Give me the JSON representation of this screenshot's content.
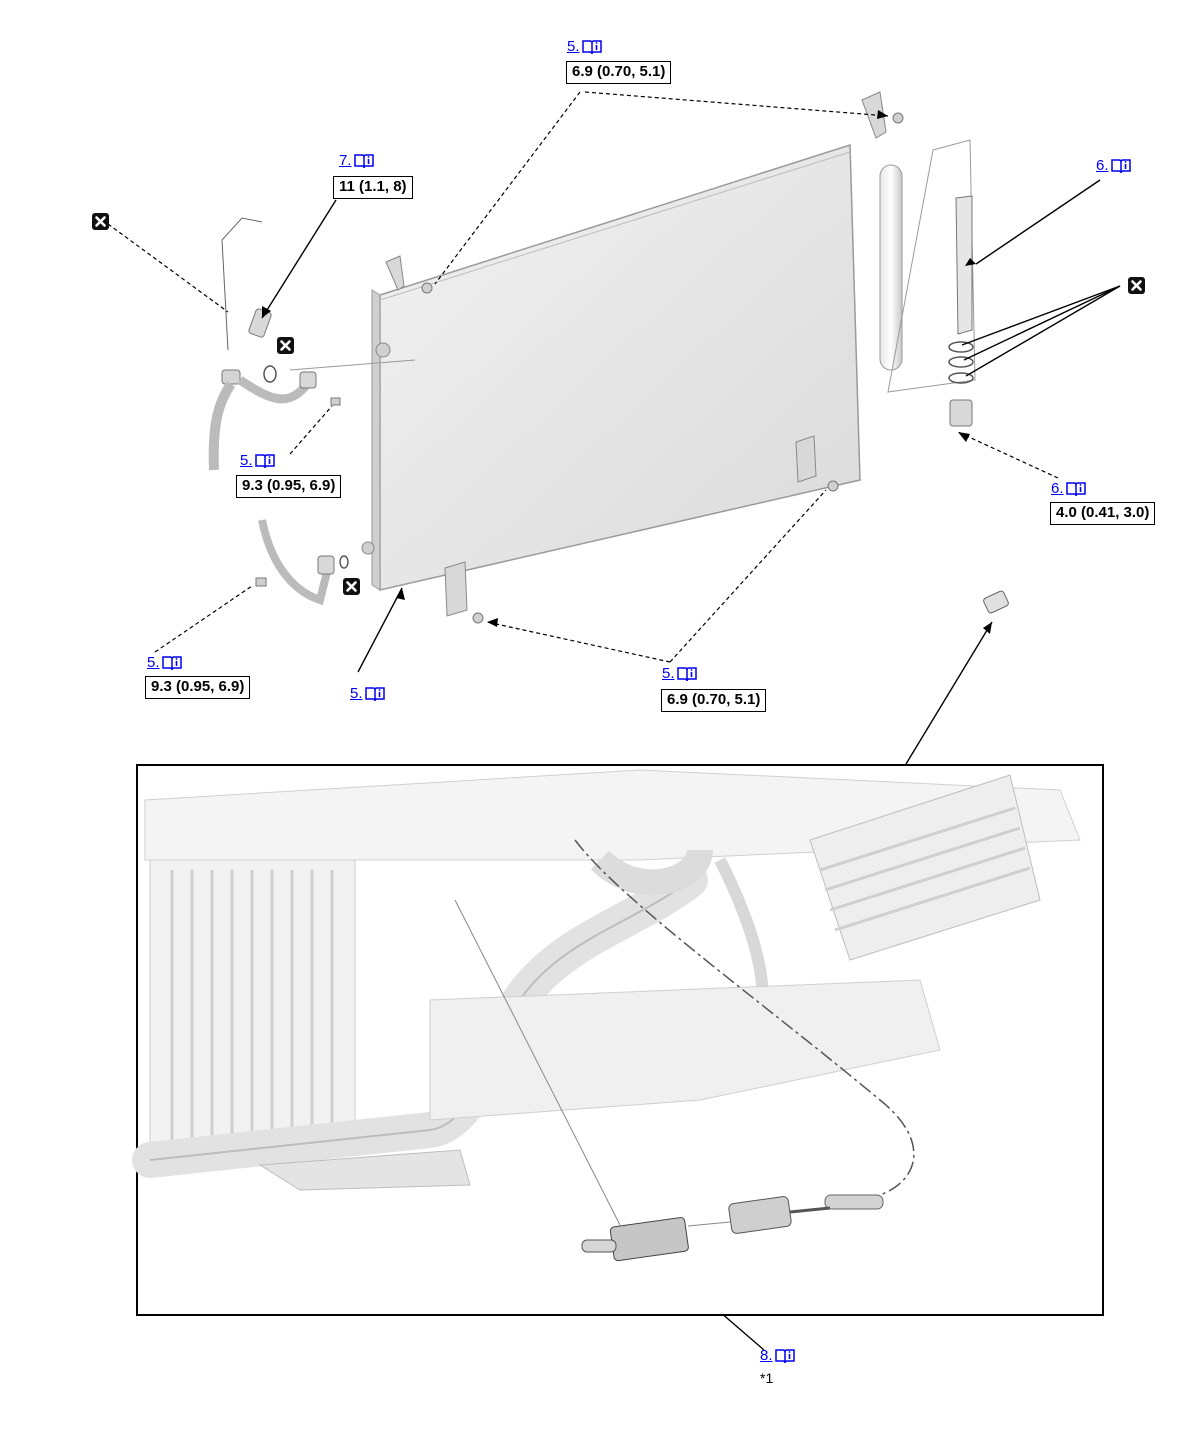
{
  "callouts": [
    {
      "step": "5.",
      "torque": "6.9 (0.70, 5.1)"
    },
    {
      "step": "7.",
      "torque": "11 (1.1, 8)"
    },
    {
      "step": "6."
    },
    {
      "step": "5.",
      "torque": "9.3 (0.95, 6.9)"
    },
    {
      "step": "6.",
      "torque": "4.0 (0.41, 3.0)"
    },
    {
      "step": "5.",
      "torque": "9.3 (0.95, 6.9)"
    },
    {
      "step": "5."
    },
    {
      "step": "5.",
      "torque": "6.9 (0.70, 5.1)"
    },
    {
      "step": "8.",
      "note": "*1"
    }
  ],
  "icons": {
    "link": "book-info-icon",
    "replace": "non-reusable-part-icon"
  },
  "colors": {
    "link": "#0000ee",
    "line": "#000000"
  }
}
